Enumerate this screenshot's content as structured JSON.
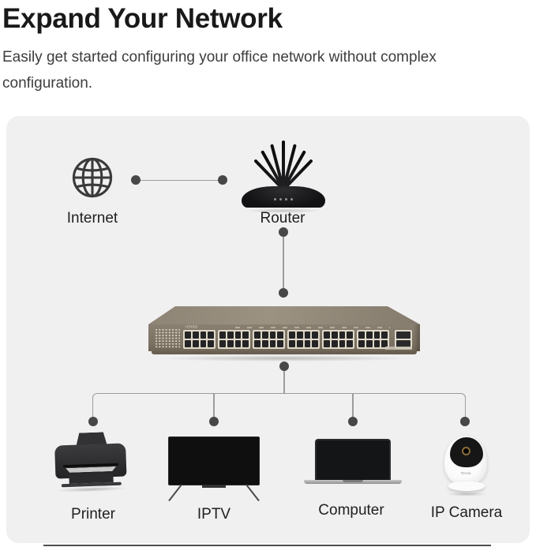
{
  "header": {
    "title": "Expand Your Network",
    "subtitle": "Easily get started configuring your office network without complex configuration."
  },
  "diagram": {
    "internet": {
      "label": "Internet",
      "icon": "globe-icon"
    },
    "router": {
      "label": "Router",
      "antennas": 7
    },
    "switch": {
      "brand": "Tenda",
      "ports": 48,
      "port_groups": 6,
      "sfp_ports": 2
    },
    "devices": [
      {
        "label": "Printer",
        "icon": "printer-icon"
      },
      {
        "label": "IPTV",
        "icon": "tv-icon"
      },
      {
        "label": "Computer",
        "icon": "laptop-icon"
      },
      {
        "label": "IP Camera",
        "icon": "camera-icon",
        "brand": "Tenda"
      }
    ]
  },
  "colors": {
    "panel_bg": "#f0f0f1",
    "line": "#9c9c9c",
    "dot": "#474747",
    "title_text": "#191919",
    "body_text": "#3d3d3d",
    "label_text": "#1f1f1f",
    "switch_top": "#93897a",
    "switch_front": "#82786a",
    "port_plate": "#ded8c8",
    "device_black": "#1d1d1f",
    "camera_white": "#fbfbfb"
  }
}
